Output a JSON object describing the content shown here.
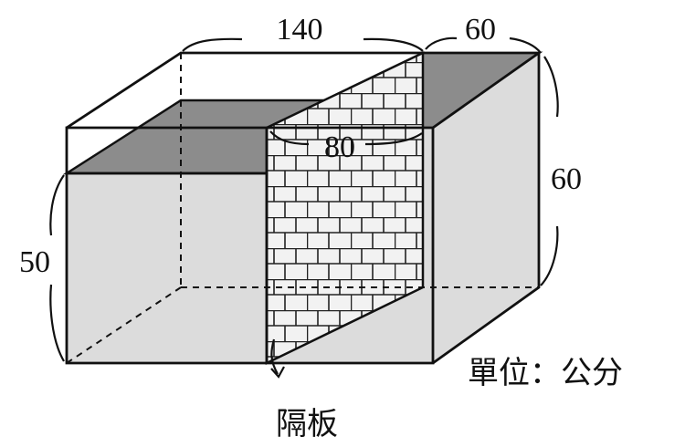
{
  "figure": {
    "tank_length": "140",
    "tank_width": "60",
    "tank_height": "60",
    "water_height": "50",
    "partition_offset": "80",
    "unit_label": "單位：公分",
    "partition_label": "隔板"
  },
  "colors": {
    "edge": "#111111",
    "water_front": "#dcdcdc",
    "water_top": "#8c8c8c",
    "partition": "#f2f2f2",
    "brick_line": "#222222"
  }
}
